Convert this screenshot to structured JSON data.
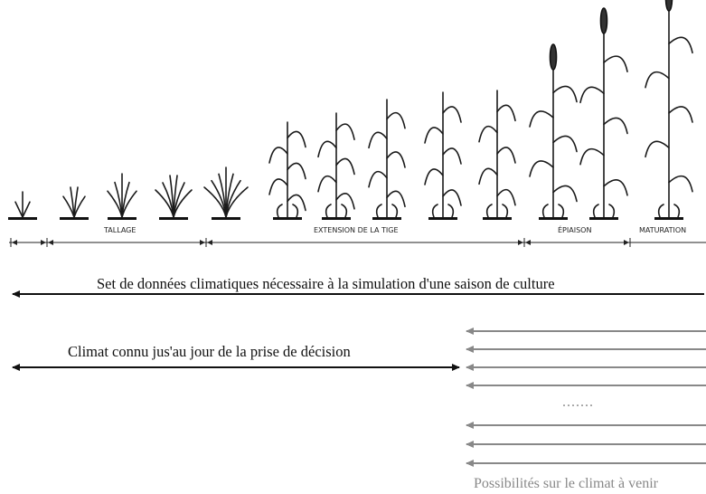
{
  "stages": {
    "tallage": "TALLAGE",
    "extension": "EXTENSION DE LA TIGE",
    "epiaison": "ÉPIAISON",
    "maturation": "MATURATION"
  },
  "captions": {
    "full_season": "Set de données climatiques nécessaire à la simulation d'une saison de culture",
    "known_climate": "Climat connu jus'au jour de la prise de décision",
    "ellipsis": ".......",
    "future": "Possibilités sur le climat à venir"
  },
  "colors": {
    "ink": "#111111",
    "future_arrows": "#888888"
  }
}
